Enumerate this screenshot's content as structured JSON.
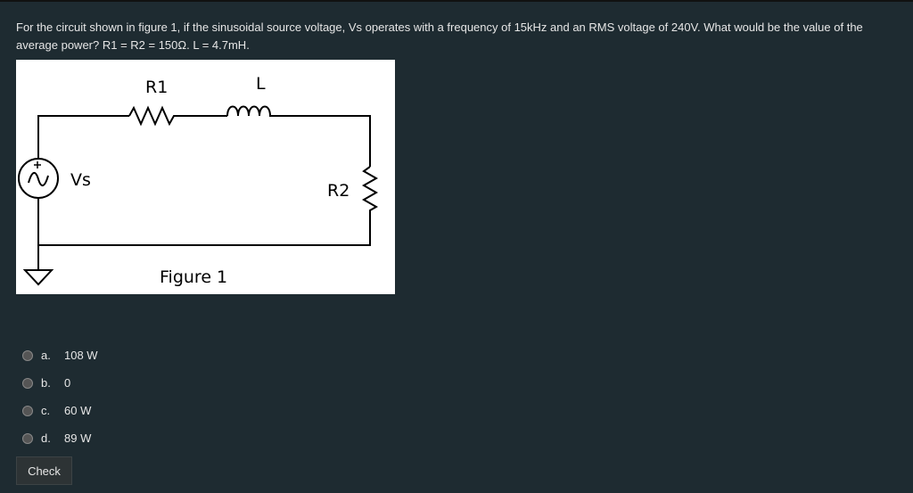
{
  "question": "For the circuit shown in figure 1, if the sinusoidal source voltage, Vs operates with a frequency of 15kHz and an RMS voltage of 240V. What would be the value of the average power? R1 = R2 = 150Ω. L = 4.7mH.",
  "figure": {
    "r1": "R1",
    "l": "L",
    "vs": "Vs",
    "r2": "R2",
    "caption": "Figure 1"
  },
  "options": [
    {
      "letter": "a.",
      "text": "108 W"
    },
    {
      "letter": "b.",
      "text": "0"
    },
    {
      "letter": "c.",
      "text": "60 W"
    },
    {
      "letter": "d.",
      "text": "89 W"
    }
  ],
  "check_label": "Check"
}
